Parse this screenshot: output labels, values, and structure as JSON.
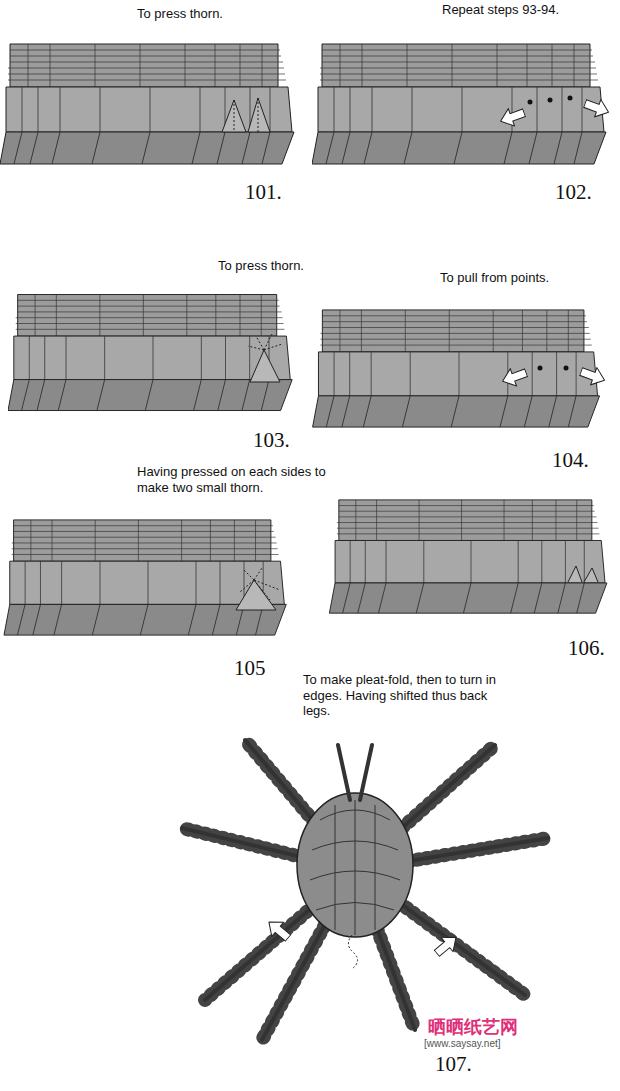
{
  "diagram": {
    "labels": [
      "To press thorn.",
      "101.",
      "Repeat steps 93-94.",
      "102.",
      "To press thorn.",
      "103.",
      "To pull from points.",
      "104.",
      "Having pressed on each sides to make two small thorn.",
      "105",
      "106.",
      "To make pleat-fold, then to turn in edges. Having shifted thus back legs.",
      "107.",
      "晒晒纸艺网",
      "[www.saysay.net]"
    ]
  }
}
